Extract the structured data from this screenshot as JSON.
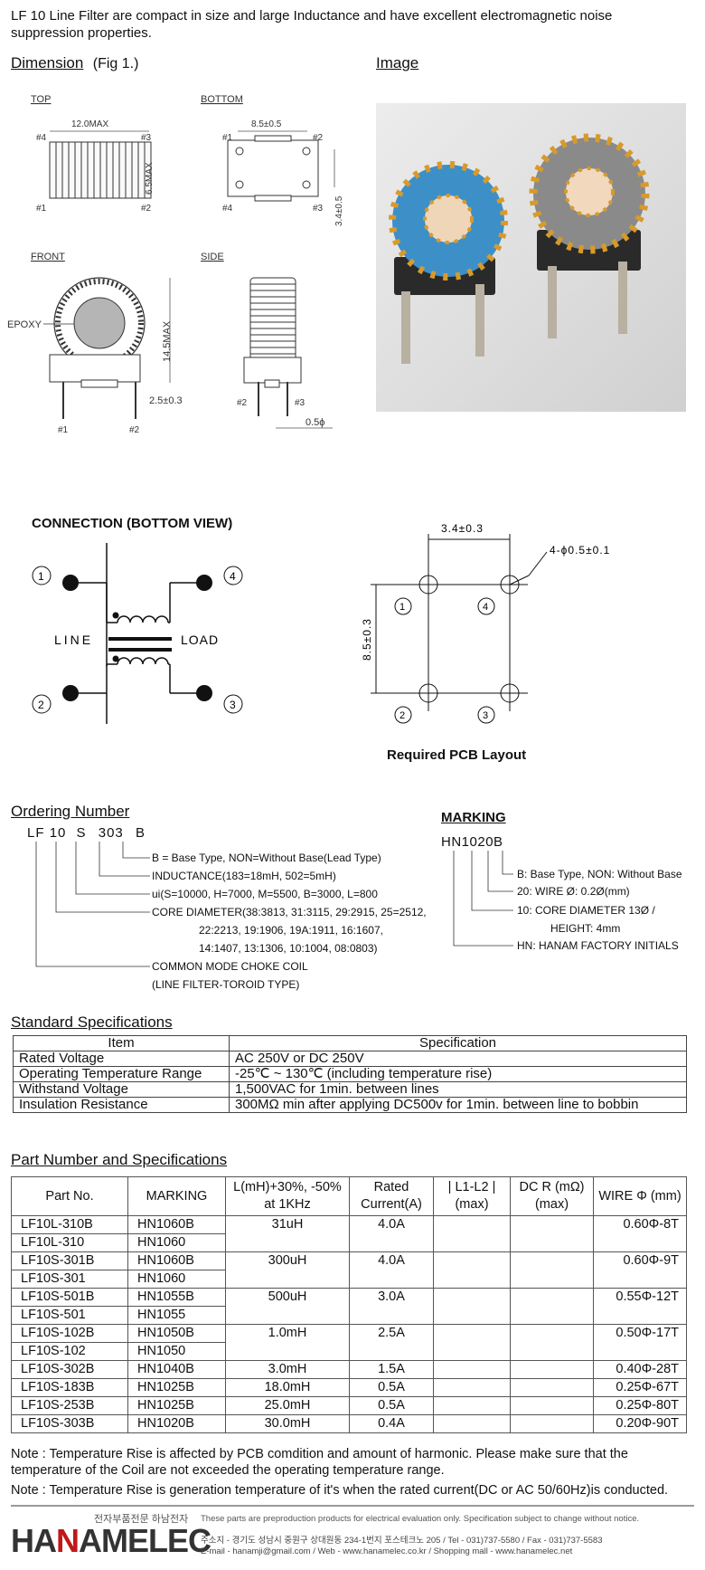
{
  "intro": "LF 10 Line Filter are compact in size and large Inductance and have excellent electromagnetic noise suppression properties.",
  "dimension": {
    "title": "Dimension",
    "fig": "(Fig 1.)",
    "top": {
      "label": "TOP",
      "width": "12.0MAX",
      "height": "6.5MAX",
      "pins": [
        "#4",
        "#3",
        "#1",
        "#2"
      ]
    },
    "bottom": {
      "label": "BOTTOM",
      "width": "8.5±0.5",
      "pitch": "3.4±0.5",
      "pins": [
        "#1",
        "#2",
        "#4",
        "#3"
      ]
    },
    "front": {
      "label": "FRONT",
      "epoxy": "EPOXY",
      "height": "14.5MAX",
      "standoff": "2.5±0.3",
      "pins": [
        "#1",
        "#2"
      ]
    },
    "side": {
      "label": "SIDE",
      "wire": "0.5ϕ",
      "pins": [
        "#2",
        "#3"
      ]
    }
  },
  "image_title": "Image",
  "connection": {
    "title": "CONNECTION (BOTTOM VIEW)",
    "line": "LINE",
    "load": "LOAD",
    "nodes": [
      "1",
      "4",
      "2",
      "3"
    ]
  },
  "pcb": {
    "title": "Required PCB Layout",
    "pitch": "3.4±0.3",
    "span": "8.5±0.3",
    "hole": "4-ϕ0.5±0.1",
    "nodes": [
      "1",
      "4",
      "2",
      "3"
    ]
  },
  "ordering": {
    "title": "Ordering Number",
    "parts": [
      "LF",
      "10",
      "S",
      "303",
      "B"
    ],
    "lines": [
      "B = Base Type, NON=Without Base(Lead Type)",
      "INDUCTANCE(183=18mH, 502=5mH)",
      "ui(S=10000, H=7000, M=5500, B=3000, L=800",
      "CORE DIAMETER(38:3813, 31:3115, 29:2915, 25=2512,",
      "22:2213, 19:1906, 19A:1911, 16:1607,",
      "14:1407, 13:1306, 10:1004, 08:0803)",
      "COMMON MODE CHOKE COIL",
      "(LINE FILTER-TOROID TYPE)"
    ]
  },
  "marking": {
    "title": "MARKING",
    "code": "HN1020B",
    "lines": [
      "B: Base Type, NON: Without Base",
      "20: WIRE Ø: 0.2Ø(mm)",
      "10: CORE DIAMETER 13Ø /",
      "HEIGHT: 4mm",
      "HN: HANAM FACTORY INITIALS"
    ]
  },
  "standard": {
    "title": "Standard Specifications",
    "headers": [
      "Item",
      "Specification"
    ],
    "rows": [
      [
        "Rated Voltage",
        "AC 250V or DC 250V"
      ],
      [
        "Operating Temperature Range",
        "-25℃ ~ 130℃ (including temperature rise)"
      ],
      [
        "Withstand Voltage",
        "1,500VAC for 1min. between lines"
      ],
      [
        "Insulation Resistance",
        "300MΩ min after applying DC500v for 1min. between line to bobbin"
      ]
    ]
  },
  "parts": {
    "title": "Part Number and Specifications",
    "headers": [
      "Part No.",
      "MARKING",
      "L(mH)+30%, -50% at 1KHz",
      "Rated Current(A)",
      "| L1-L2 | (max)",
      "DC R (mΩ) (max)",
      "WIRE Φ (mm)"
    ],
    "rows": [
      [
        "LF10L-310B",
        "HN1060B"
      ],
      [
        "LF10L-310",
        "HN1060"
      ],
      [
        "LF10S-301B",
        "HN1060B"
      ],
      [
        "LF10S-301",
        "HN1060"
      ],
      [
        "LF10S-501B",
        "HN1055B"
      ],
      [
        "LF10S-501",
        "HN1055"
      ],
      [
        "LF10S-102B",
        "HN1050B"
      ],
      [
        "LF10S-102",
        "HN1050"
      ],
      [
        "LF10S-302B",
        "HN1040B"
      ],
      [
        "LF10S-183B",
        "HN1025B"
      ],
      [
        "LF10S-253B",
        "HN1025B"
      ],
      [
        "LF10S-303B",
        "HN1020B"
      ]
    ],
    "groups": [
      {
        "L": "31uH",
        "I": "4.0A",
        "W": "0.60Φ-8T"
      },
      {
        "L": "300uH",
        "I": "4.0A",
        "W": "0.60Φ-9T"
      },
      {
        "L": "500uH",
        "I": "3.0A",
        "W": "0.55Φ-12T"
      },
      {
        "L": "1.0mH",
        "I": "2.5A",
        "W": "0.50Φ-17T"
      }
    ],
    "singles": [
      {
        "L": "3.0mH",
        "I": "1.5A",
        "W": "0.40Φ-28T"
      },
      {
        "L": "18.0mH",
        "I": "0.5A",
        "W": "0.25Φ-67T"
      },
      {
        "L": "25.0mH",
        "I": "0.5A",
        "W": "0.25Φ-80T"
      },
      {
        "L": "30.0mH",
        "I": "0.4A",
        "W": "0.20Φ-90T"
      }
    ]
  },
  "notes": [
    "Note : Temperature Rise is affected by PCB comdition and amount of harmonic. Please make sure that the temperature of the Coil are not exceeded the operating temperature range.",
    "Note : Temperature Rise is generation temperature of it's when the rated current(DC or AC 50/60Hz)is conducted."
  ],
  "footer": {
    "logo_ha": "HA",
    "logo_n": "N",
    "logo_amelec": "AMELEC",
    "korean_tag": "전자부품전문 하남전자",
    "disclaimer": "These parts are preproduction products for electrical evaluation only. Specification subject to change without notice.",
    "address": "주소지 - 경기도 성남시 중원구 상대원동 234-1번지 포스테크노 205  /  Tel - 031)737-5580  /  Fax - 031)737-5583",
    "contacts": "E-mail - hanamji@gmail.com  /  Web - www.hanamelec.co.kr  /  Shopping mall - www.hanamelec.net"
  }
}
